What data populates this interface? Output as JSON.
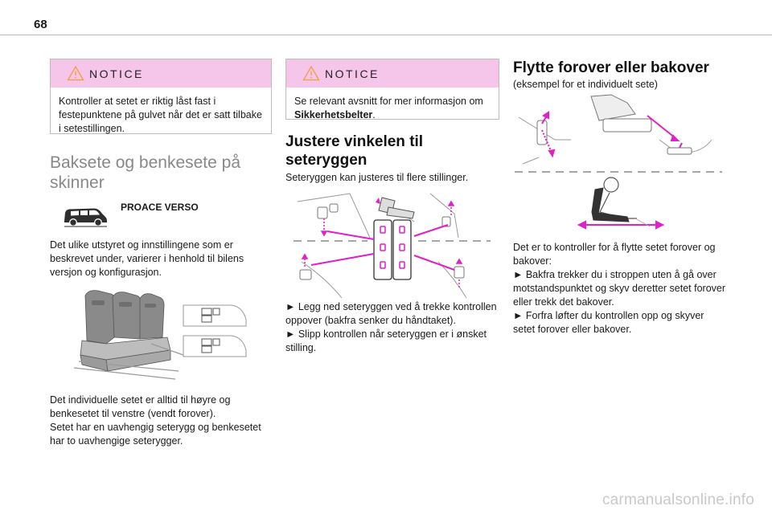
{
  "page_number": "68",
  "notice1": {
    "title": "NOTICE",
    "text": "Kontroller at setet er riktig låst fast i festepunktene på gulvet når det er satt tilbake i setestillingen."
  },
  "section_title": "Baksete og benkesete på skinner",
  "model_label": "PROACE VERSO",
  "intro_text": "Det ulike utstyret og innstillingene som er beskrevet under, varierer i henhold til bilens versjon og konfigurasjon.",
  "seat_text_1": "Det individuelle setet er alltid til høyre og benkesetet til venstre (vendt forover).",
  "seat_text_2": "Setet har en uavhengig seterygg og benkesetet har to uavhengige seterygger.",
  "notice2": {
    "title": "NOTICE",
    "text_pre": "Se relevant avsnitt for mer informasjon om ",
    "text_bold": "Sikkerhetsbelter",
    "text_post": "."
  },
  "heading_backrest": "Justere vinkelen til seteryggen",
  "backrest_intro": "Seteryggen kan justeres til flere stillinger.",
  "backrest_step1": "► Legg ned seteryggen ved å trekke kontrollen oppover (bakfra senker du håndtaket).",
  "backrest_step2": "► Slipp kontrollen når seteryggen er i ønsket stilling.",
  "heading_move": "Flytte forover eller bakover",
  "move_subtitle": "(eksempel for et individuelt sete)",
  "move_text": "Det er to kontroller for å flytte setet forover og bakover:",
  "move_step1": "► Bakfra trekker du i stroppen uten å gå over motstandspunktet og skyv deretter setet forover eller trekk det bakover.",
  "move_step2": "► Forfra løfter du kontrollen opp og skyver setet forover eller bakover.",
  "footer": "carmanualsonline.info",
  "colors": {
    "accent": "#e020c8",
    "notice_header": "#f5c5ea"
  }
}
